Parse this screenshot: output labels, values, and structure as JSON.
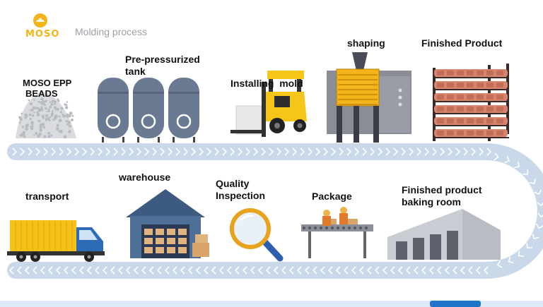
{
  "header": {
    "logo_text": "MOSO",
    "subtitle": "Molding process"
  },
  "stages_top": [
    {
      "id": "beads",
      "label_lines": [
        "MOSO EPP",
        "BEADS"
      ]
    },
    {
      "id": "tank",
      "label_lines": [
        "Pre-pressurized",
        "tank"
      ]
    },
    {
      "id": "mold",
      "label_lines": [
        "Installing  mold"
      ]
    },
    {
      "id": "shaping",
      "label_lines": [
        "shaping"
      ]
    },
    {
      "id": "finished",
      "label_lines": [
        "Finished Product"
      ]
    }
  ],
  "stages_bottom": [
    {
      "id": "transport",
      "label_lines": [
        "transport"
      ]
    },
    {
      "id": "warehouse",
      "label_lines": [
        "warehouse"
      ]
    },
    {
      "id": "inspection",
      "label_lines": [
        "Quality",
        "Inspection"
      ]
    },
    {
      "id": "package",
      "label_lines": [
        "Package"
      ]
    },
    {
      "id": "baking",
      "label_lines": [
        "Finished product",
        "baking room"
      ]
    }
  ],
  "colors": {
    "belt": "#c9d9ea",
    "belt_arrow": "#ffffff",
    "brand": "#f2b416",
    "tank": "#6b7a93",
    "forklift": "#f5c518",
    "shaper": "#f3b51b",
    "rack": "#d7846d",
    "truck_cargo": "#f6c21a",
    "truck_cab": "#2e6bb7",
    "warehouse_roof": "#3d5a80",
    "magnifier": "#e9a21b",
    "bottom_bar": "#1f73c9"
  }
}
